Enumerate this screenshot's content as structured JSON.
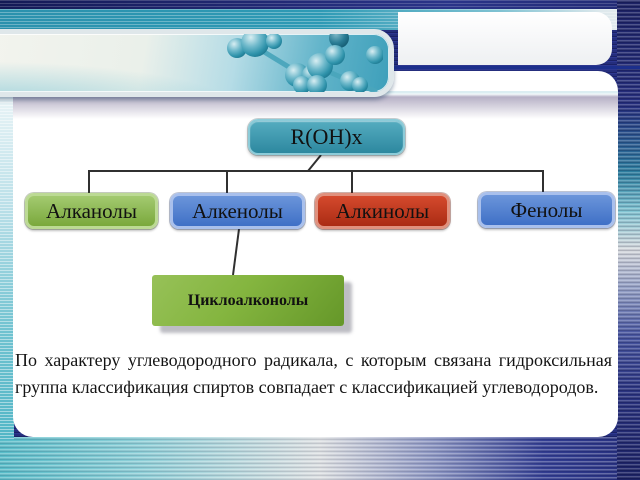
{
  "slide": {
    "paragraph": "По характеру углеводородного радикала, с которым связана гидроксильная группа классификация спиртов совпадает с классификацией углеводородов."
  },
  "diagram": {
    "root": {
      "label": "R(OH)x",
      "fill": "#3F9FB3"
    },
    "level1": [
      {
        "label": "Алканолы",
        "fill": "#8CBA54"
      },
      {
        "label": "Алкенолы",
        "fill": "#5585D6"
      },
      {
        "label": "Алкинолы",
        "fill": "#C23A20"
      },
      {
        "label": "Фенолы",
        "fill": "#5585D6"
      }
    ],
    "level2": [
      {
        "label": "Циклоалконолы",
        "fill": "#7FAF40",
        "parent": "Алкенолы"
      }
    ],
    "connector_color": "#303030"
  },
  "decor": {
    "molecule_icon": "molecule-icon",
    "accent_teal": "#2E9AB5",
    "accent_navy": "#252E7D",
    "shadow_gray": "#C9C9D0"
  }
}
